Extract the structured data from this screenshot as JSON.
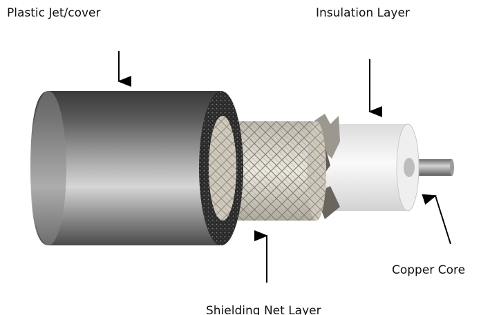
{
  "labels": {
    "jacket": "Plastic Jet/cover",
    "insulation": "Insulation Layer",
    "shield": "Shielding Net Layer",
    "core": "Copper Core"
  },
  "components": {
    "jacket_color": "#6e6e6e",
    "braid_color": "#d8d4c8",
    "insulation_color": "#f0f0f0",
    "core_color": "#8a8a8a"
  }
}
